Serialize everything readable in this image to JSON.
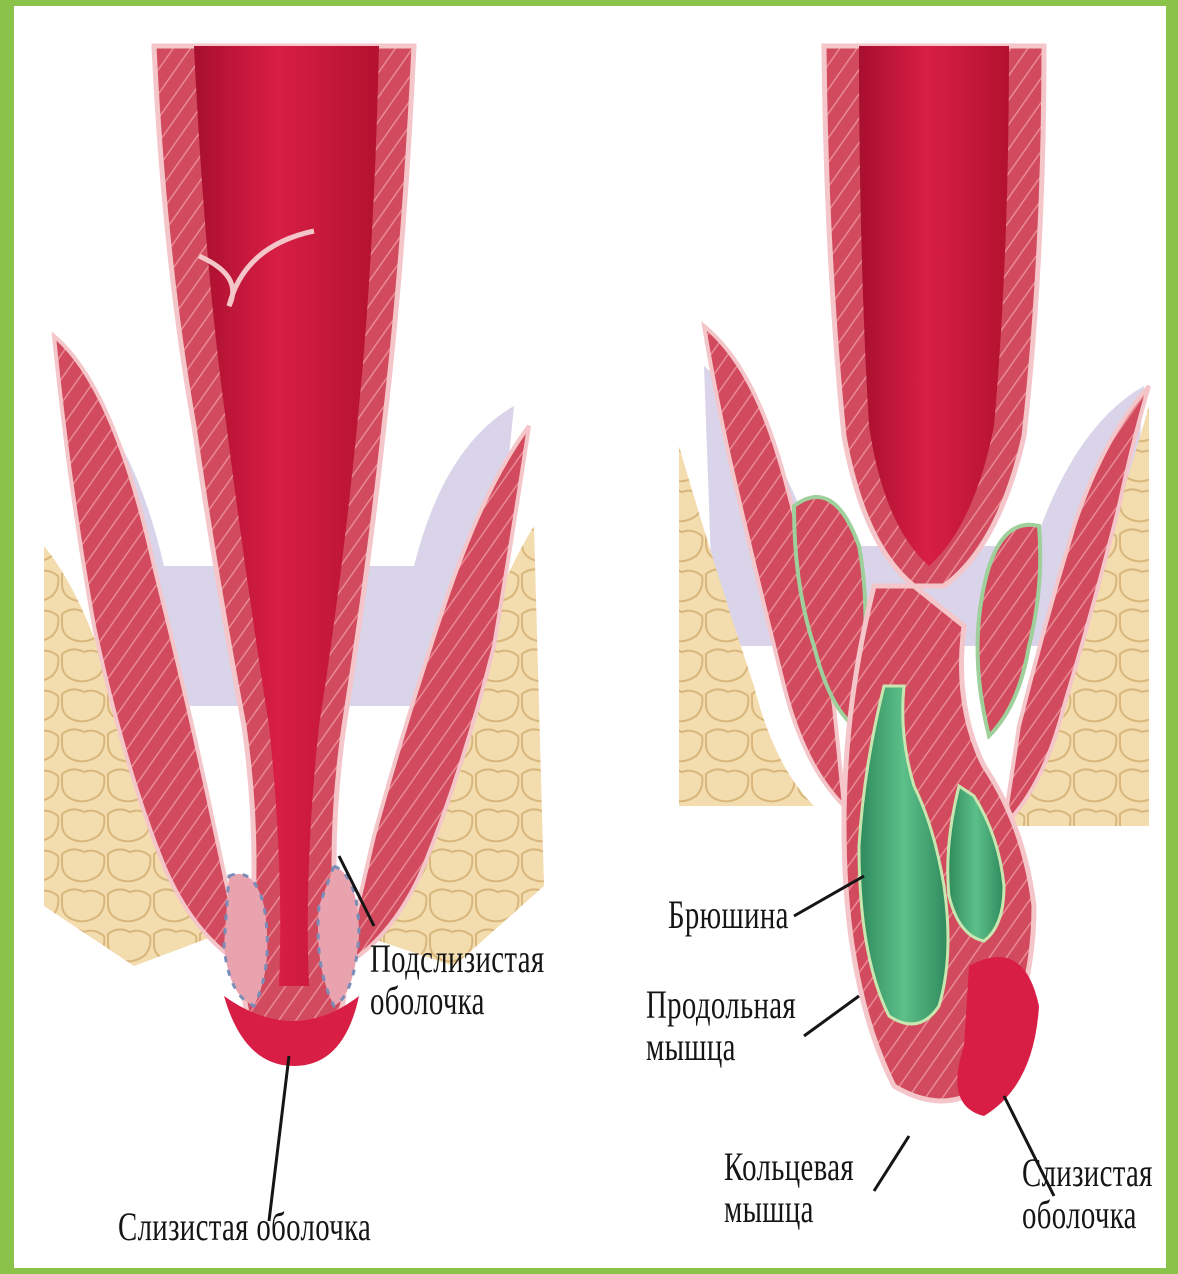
{
  "colors": {
    "border": "#8bc34a",
    "lumen": "#c8153a",
    "wall": "#d45264",
    "fat": "#f3dcae",
    "peritoneal_sac": "#3f9f6e",
    "shadow": "#b8b0d6"
  },
  "left_panel": {
    "labels": {
      "submucosa": [
        "Подслизистая",
        "оболочка"
      ],
      "mucosa": "Слизистая оболочка"
    }
  },
  "right_panel": {
    "labels": {
      "peritoneum": "Брюшина",
      "longitudinal_muscle": [
        "Продольная",
        "мышца"
      ],
      "circular_muscle": [
        "Кольцевая",
        "мышца"
      ],
      "mucosa": [
        "Слизистая",
        "оболочка"
      ]
    }
  }
}
